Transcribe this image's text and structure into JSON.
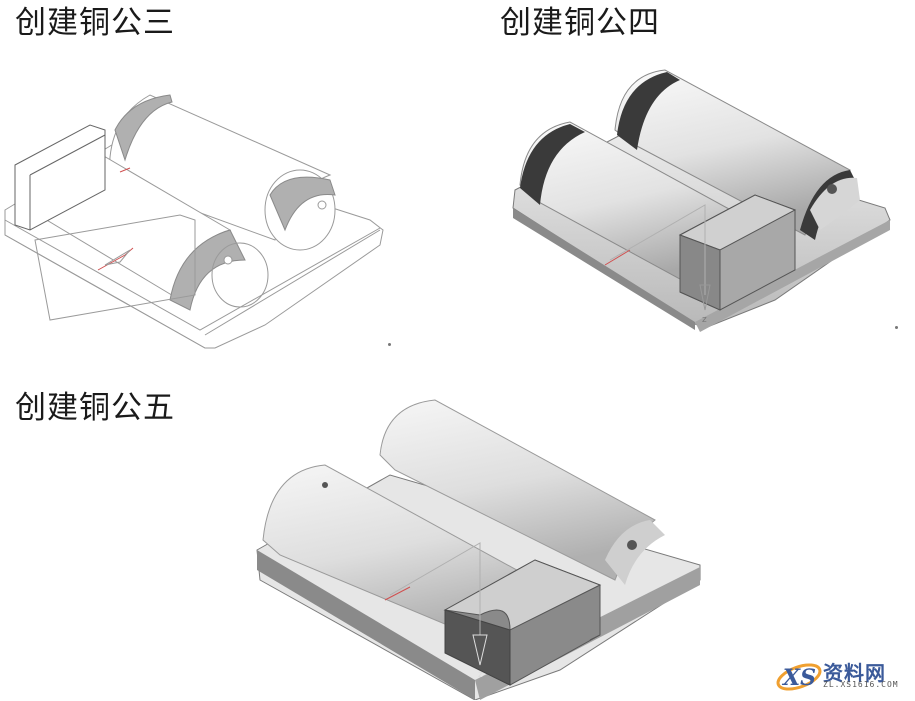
{
  "captions": {
    "step3": "创建铜公三",
    "step4": "创建铜公四",
    "step5": "创建铜公五"
  },
  "figures": [
    {
      "id": "step3",
      "style": "wireframe",
      "description": "Battery holder mold with two cylinders, wireframe render, electrode plate on left end"
    },
    {
      "id": "step4",
      "style": "shaded",
      "description": "Battery holder mold with two cylinders, shaded render, rectangular electrode block at front"
    },
    {
      "id": "step5",
      "style": "shaded",
      "description": "Battery holder mold with two cylinders, shaded render, electrode block with arc cutout at front"
    }
  ],
  "watermark": {
    "logo_text": "XS",
    "brand": "资料网",
    "url": "ZL.XS1616.COM"
  },
  "colors": {
    "wire": "#9a9a9a",
    "shade_light": "#f2f2f2",
    "shade_mid": "#c8c8c8",
    "shade_dark": "#5e5e5e",
    "axis_red": "#d05050",
    "brand_blue": "#3b5a9a",
    "brand_orange": "#f0a030"
  }
}
